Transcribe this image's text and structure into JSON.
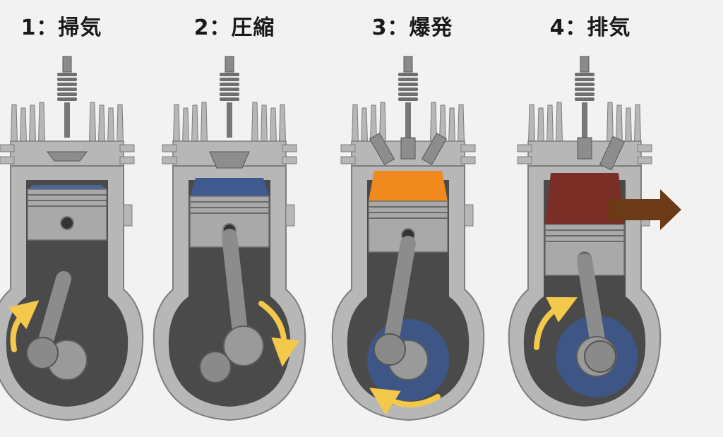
{
  "strokes": [
    {
      "label": "1：掃気",
      "gas_color": "#4a6496"
    },
    {
      "label": "2：圧縮",
      "gas_color": "#3f5a8e"
    },
    {
      "label": "3：爆発",
      "gas_color": "#f08a1e"
    },
    {
      "label": "4：排気",
      "gas_color": "#7a2e26"
    }
  ],
  "colors": {
    "casing": "#b7b7b7",
    "casing_edge": "#7d7d7d",
    "interior": "#4a4a4a",
    "metal": "#a9a9a9",
    "flywheel": "#3d5686",
    "arrow": "#f4c84a",
    "exhaust_arrow": "#6b3a17"
  },
  "icons": [
    "spark-plug-icon",
    "rotation-arrow-icon",
    "exhaust-arrow-icon"
  ]
}
